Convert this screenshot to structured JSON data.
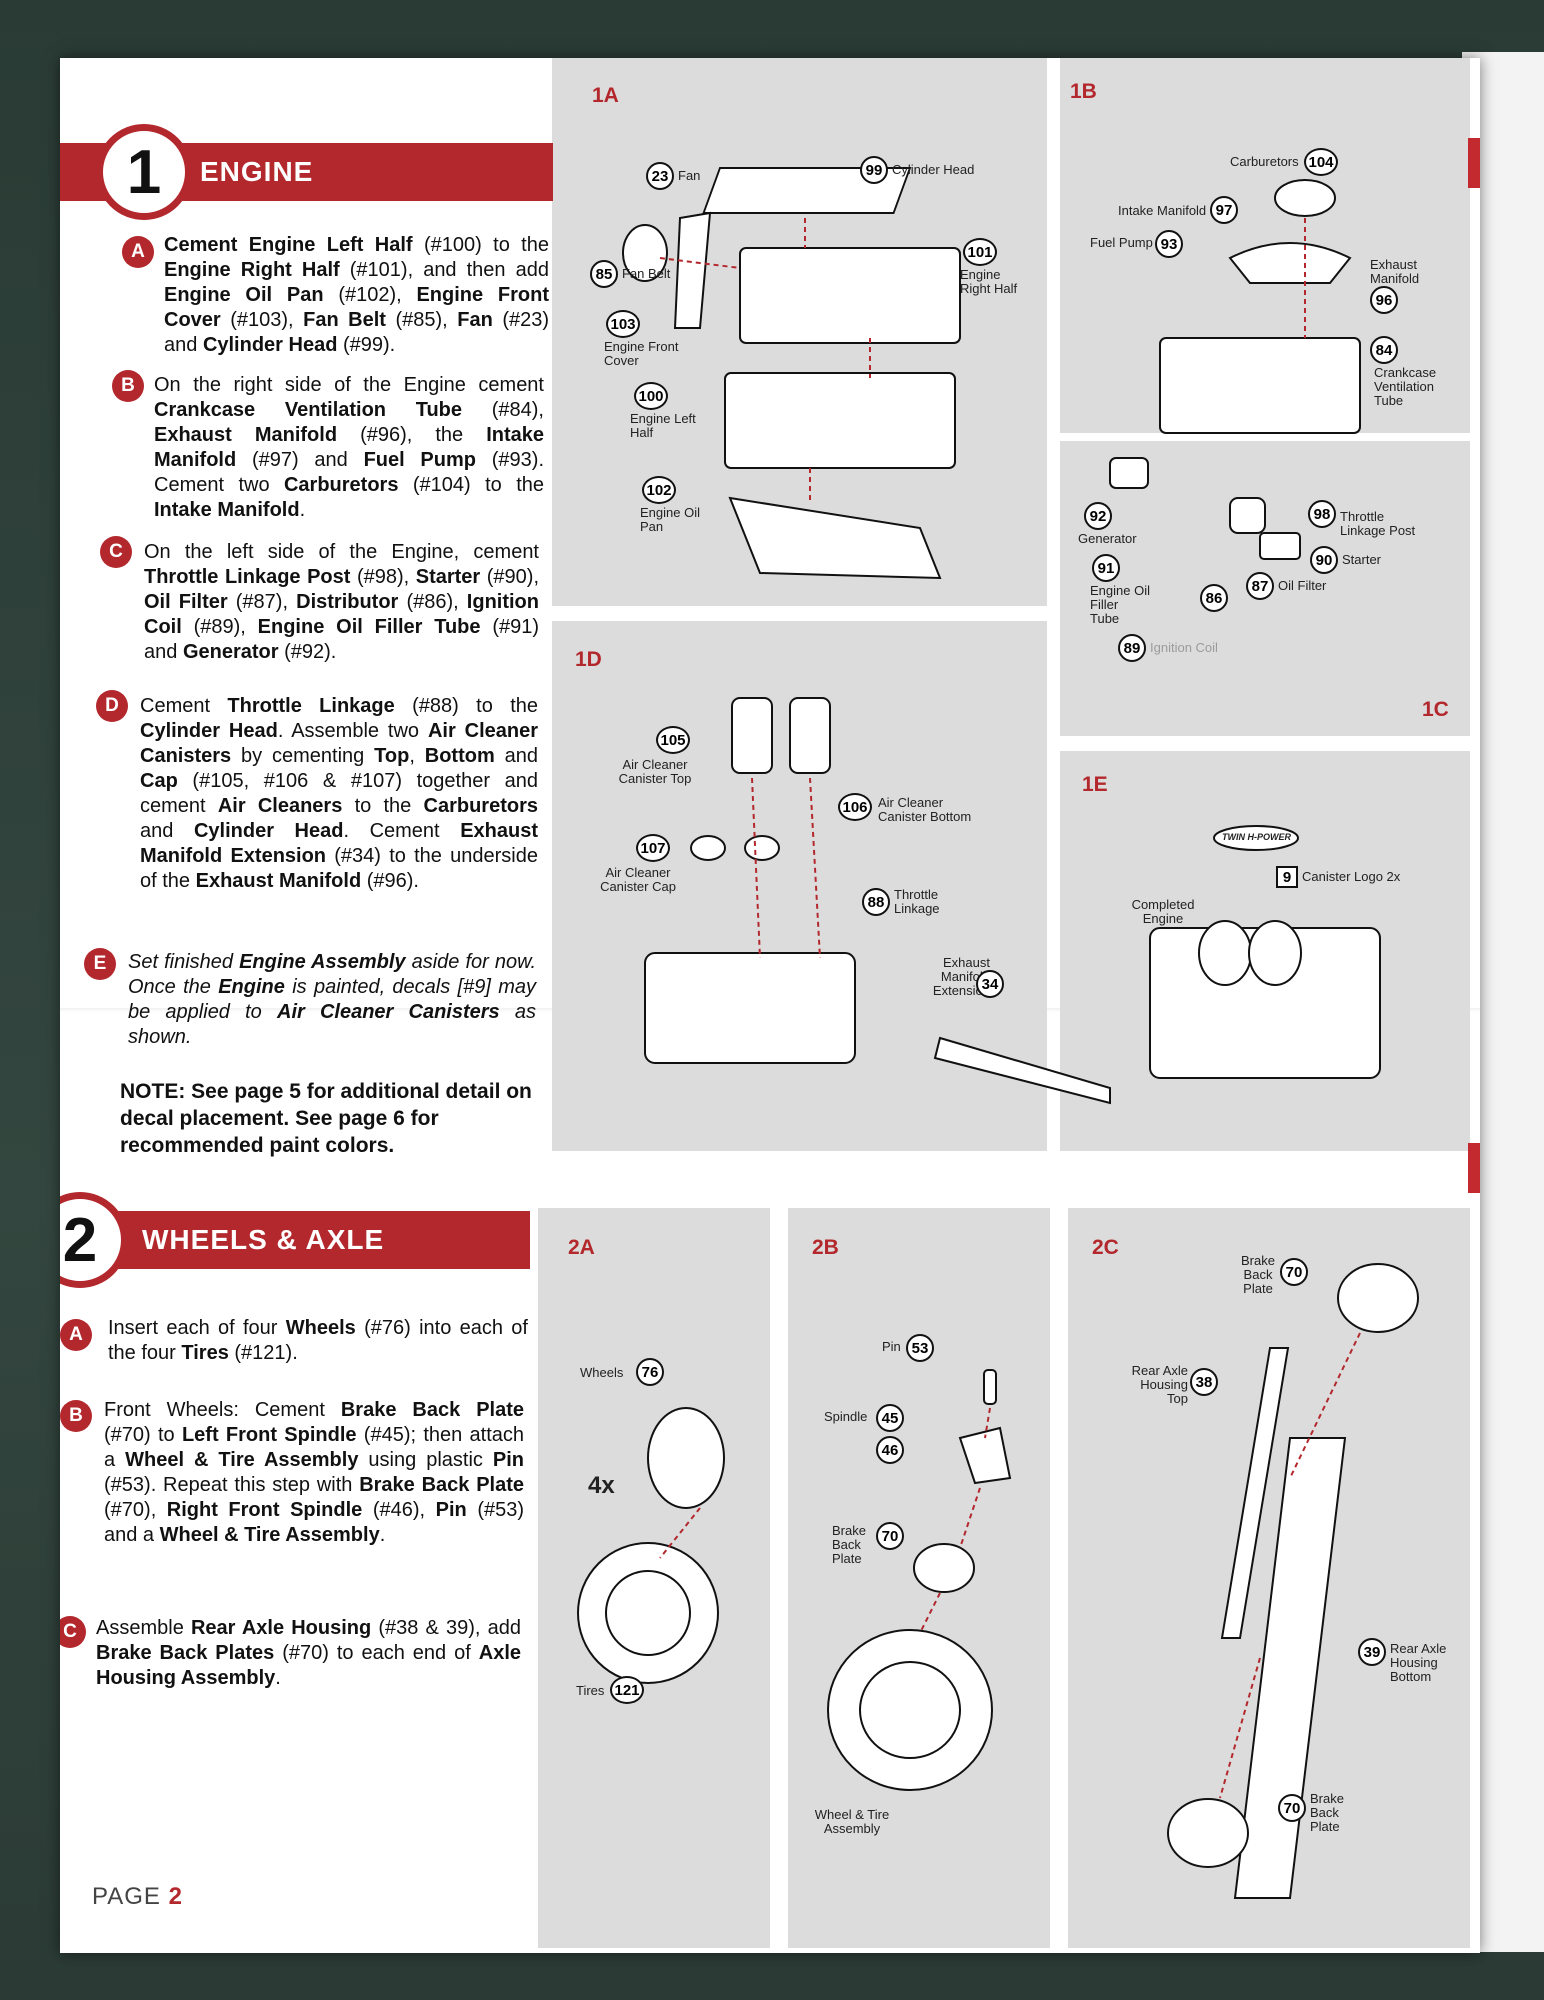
{
  "page_label": "PAGE",
  "page_number": "2",
  "section1": {
    "number": "1",
    "title": "ENGINE",
    "steps": [
      {
        "letter": "A",
        "html": "<b>Cement Engine Left Half</b> (#100) to the <b>Engine Right Half</b> (#101), and then add <b>Engine Oil Pan</b> (#102), <b>Engine Front Cover</b> (#103), <b>Fan Belt</b> (#85), <b>Fan</b> (#23) and <b>Cylinder Head</b> (#99)."
      },
      {
        "letter": "B",
        "html": "On the right side of the Engine cement <b>Crankcase Ventilation Tube</b> (#84), <b>Exhaust Manifold</b> (#96), the <b>Intake Manifold</b> (#97) and <b>Fuel Pump</b> (#93). Cement two <b>Carburetors</b> (#104) to the <b>Intake Manifold</b>."
      },
      {
        "letter": "C",
        "html": "On the left side of the Engine, cement <b>Throttle Linkage Post</b> (#98), <b>Starter</b> (#90), <b>Oil Filter</b> (#87), <b>Distributor</b> (#86), <b>Ignition Coil</b> (#89), <b>Engine Oil Filler Tube</b> (#91) and <b>Generator</b> (#92)."
      },
      {
        "letter": "D",
        "html": "Cement <b>Throttle Linkage</b> (#88) to the <b>Cylinder Head</b>. Assemble two <b>Air Cleaner Canisters</b> by cementing <b>Top</b>, <b>Bottom</b> and <b>Cap</b> (#105, #106 &amp; #107) together and cement <b>Air Cleaners</b> to the <b>Carburetors</b> and <b>Cylinder Head</b>. Cement <b>Exhaust Manifold Extension</b> (#34) to the underside of the <b>Exhaust Manifold</b> (#96)."
      },
      {
        "letter": "E",
        "html": "<i>Set finished <b>Engine Assembly</b> aside for now. Once the <b>Engine</b> is painted, decals [#9] may be applied to <b>Air Cleaner Canisters</b> as shown.</i>"
      }
    ],
    "note": "NOTE: See page 5 for additional detail on decal placement. See page 6 for recommended paint colors."
  },
  "section2": {
    "number": "2",
    "title": "WHEELS & AXLE",
    "steps": [
      {
        "letter": "A",
        "html": "Insert each of four <b>Wheels</b> (#76) into each of the four <b>Tires</b> (#121)."
      },
      {
        "letter": "B",
        "html": "Front Wheels: Cement <b>Brake Back Plate</b> (#70) to <b>Left Front Spindle</b> (#45); then attach a <b>Wheel &amp; Tire Assembly</b> using plastic <b>Pin</b> (#53). Repeat this step with <b>Brake Back Plate</b> (#70), <b>Right Front Spindle</b> (#46), <b>Pin</b> (#53) and a <b>Wheel &amp; Tire Assembly</b>."
      },
      {
        "letter": "C",
        "html": "Assemble <b>Rear Axle Housing</b> (#38 &amp; 39), add <b>Brake Back Plates</b> (#70) to each end of <b>Axle Housing Assembly</b>."
      }
    ]
  },
  "panels": {
    "p1A": "1A",
    "p1B": "1B",
    "p1C": "1C",
    "p1D": "1D",
    "p1E": "1E",
    "p2A": "2A",
    "p2B": "2B",
    "p2C": "2C"
  },
  "callouts": {
    "c23": {
      "n": "23",
      "t": "Fan"
    },
    "c99": {
      "n": "99",
      "t": "Cylinder Head"
    },
    "c85": {
      "n": "85",
      "t": "Fan Belt"
    },
    "c101": {
      "n": "101",
      "t": "Engine Right Half"
    },
    "c103": {
      "n": "103",
      "t": "Engine Front Cover"
    },
    "c100": {
      "n": "100",
      "t": "Engine Left Half"
    },
    "c102": {
      "n": "102",
      "t": "Engine Oil Pan"
    },
    "c104": {
      "n": "104",
      "t": "Carburetors"
    },
    "c97": {
      "n": "97",
      "t": "Intake Manifold"
    },
    "c93": {
      "n": "93",
      "t": "Fuel Pump"
    },
    "c96": {
      "n": "96",
      "t": "Exhaust Manifold"
    },
    "c84": {
      "n": "84",
      "t": "Crankcase Ventilation Tube"
    },
    "c92": {
      "n": "92",
      "t": "Generator"
    },
    "c98": {
      "n": "98",
      "t": "Throttle Linkage Post"
    },
    "c91": {
      "n": "91",
      "t": "Engine Oil Filler Tube"
    },
    "c90": {
      "n": "90",
      "t": "Starter"
    },
    "c86": {
      "n": "86",
      "t": ""
    },
    "c87": {
      "n": "87",
      "t": "Oil Filter"
    },
    "c89": {
      "n": "89",
      "t": "Ignition Coil"
    },
    "c105": {
      "n": "105",
      "t": "Air Cleaner Canister Top"
    },
    "c106": {
      "n": "106",
      "t": "Air Cleaner Canister Bottom"
    },
    "c107": {
      "n": "107",
      "t": "Air Cleaner Canister Cap"
    },
    "c88": {
      "n": "88",
      "t": "Throttle Linkage"
    },
    "c34": {
      "n": "34",
      "t": "Exhaust Manifold Extension"
    },
    "c9": {
      "n": "9",
      "t": "Canister Logo 2x"
    },
    "completed": "Completed Engine",
    "logo": "TWIN H-POWER",
    "c76": {
      "n": "76",
      "t": "Wheels"
    },
    "c121": {
      "n": "121",
      "t": "Tires"
    },
    "x4": "4x",
    "c53": {
      "n": "53",
      "t": "Pin"
    },
    "c45": {
      "n": "45",
      "t": "Spindle"
    },
    "c46": {
      "n": "46",
      "t": ""
    },
    "c70a": {
      "n": "70",
      "t": "Brake Back Plate"
    },
    "wheeltire": "Wheel & Tire Assembly",
    "c70b": {
      "n": "70",
      "t": "Brake Back Plate"
    },
    "c38": {
      "n": "38",
      "t": "Rear Axle Housing Top"
    },
    "c39": {
      "n": "39",
      "t": "Rear Axle Housing Bottom"
    },
    "c70c": {
      "n": "70",
      "t": "Brake Back Plate"
    }
  },
  "colors": {
    "accent": "#b3282d",
    "panel": "#dcdcdc"
  }
}
